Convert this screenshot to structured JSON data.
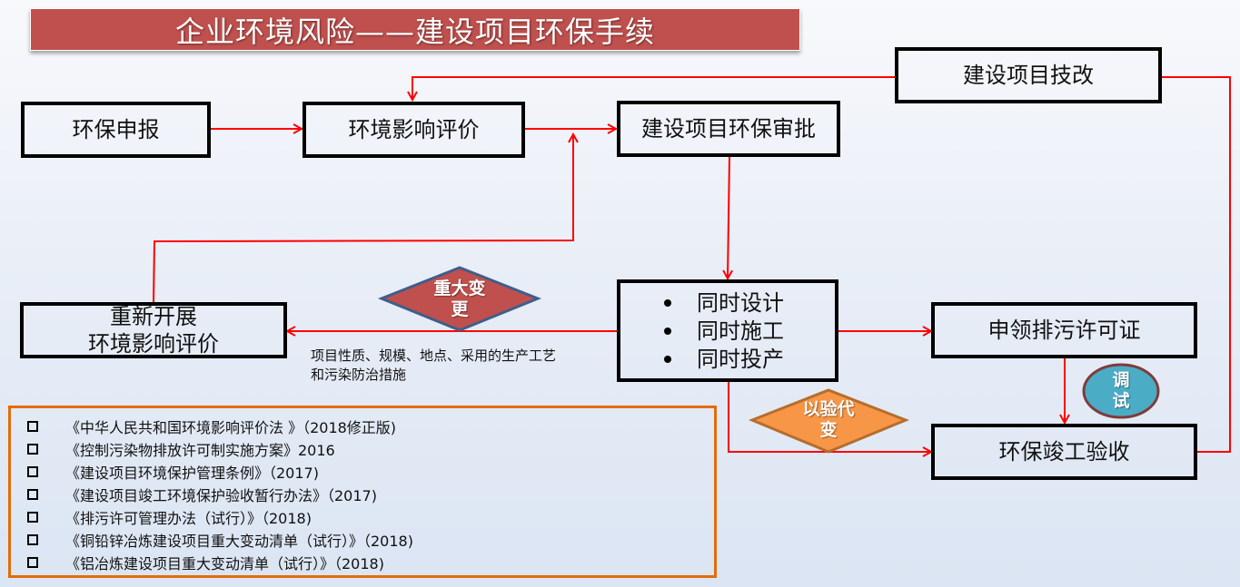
{
  "title": "企业环境风险——建设项目环保手续",
  "nodes": {
    "declare": "环保申报",
    "eia": "环境影响评价",
    "approval": "建设项目环保审批",
    "tech_upgrade": "建设项目技改",
    "redo_eia_line1": "重新开展",
    "redo_eia_line2": "环境影响评价",
    "three_simultaneous": [
      "同时设计",
      "同时施工",
      "同时投产"
    ],
    "discharge_permit": "申领排污许可证",
    "acceptance": "环保竣工验收"
  },
  "decisions": {
    "major_change_line1": "重大变",
    "major_change_line2": "更",
    "accept_instead_line1": "以验代",
    "accept_instead_line2": "变",
    "debug_line1": "调",
    "debug_line2": "试"
  },
  "note": {
    "line1": "项目性质、规模、地点、采用的生产工艺",
    "line2": "和污染防治措施"
  },
  "references": [
    "《中华人民共和国环境影响评价法 》（2018修正版)",
    "《控制污染物排放许可制实施方案》2016",
    "《建设项目环境保护管理条例》（2017)",
    "《建设项目竣工环境保护验收暂行办法》（2017)",
    "《排污许可管理办法（试行）》（2018)",
    "《铜铅锌冶炼建设项目重大变动清单（试行）》（2018)",
    "《铝冶炼建设项目重大变动清单（试行）》（2018)"
  ],
  "colors": {
    "title_bg": "#c0504d",
    "arrow": "#ff0000",
    "major_change_fill": "#c0504d",
    "accept_instead_fill": "#f79646",
    "debug_fill": "#4bacc6",
    "ref_border": "#e36c0a"
  }
}
